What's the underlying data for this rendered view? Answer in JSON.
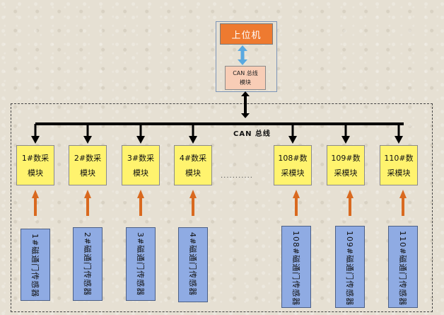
{
  "host": {
    "label": "上位机"
  },
  "can_module": {
    "line1": "CAN 总线",
    "line2": "模块"
  },
  "bus_label": "CAN 总线",
  "ellipsis": "...........",
  "acquisition_modules": [
    {
      "line1": "1#数采",
      "line2": "模块"
    },
    {
      "line1": "2#数采",
      "line2": "模块"
    },
    {
      "line1": "3#数采",
      "line2": "模块"
    },
    {
      "line1": "4#数采",
      "line2": "模块"
    },
    {
      "line1": "108#数",
      "line2": "采模块"
    },
    {
      "line1": "109#数",
      "line2": "采模块"
    },
    {
      "line1": "110#数",
      "line2": "采模块"
    }
  ],
  "sensors": [
    {
      "label": "1#磁通门传感器"
    },
    {
      "label": "2#磁通门传感器"
    },
    {
      "label": "3#磁通门传感器"
    },
    {
      "label": "4#磁通门传感器"
    },
    {
      "label": "108#磁通门传感器"
    },
    {
      "label": "109#磁通门传感器"
    },
    {
      "label": "110#磁通门传感器"
    }
  ],
  "colors": {
    "host": "#ee7a30",
    "can_module": "#f8cdb6",
    "acquisition_module": "#fff36e",
    "sensor": "#8fabe3",
    "sensor_arrow": "#d9691f",
    "link_arrow": "#5aa9e0",
    "bus": "#000000"
  }
}
